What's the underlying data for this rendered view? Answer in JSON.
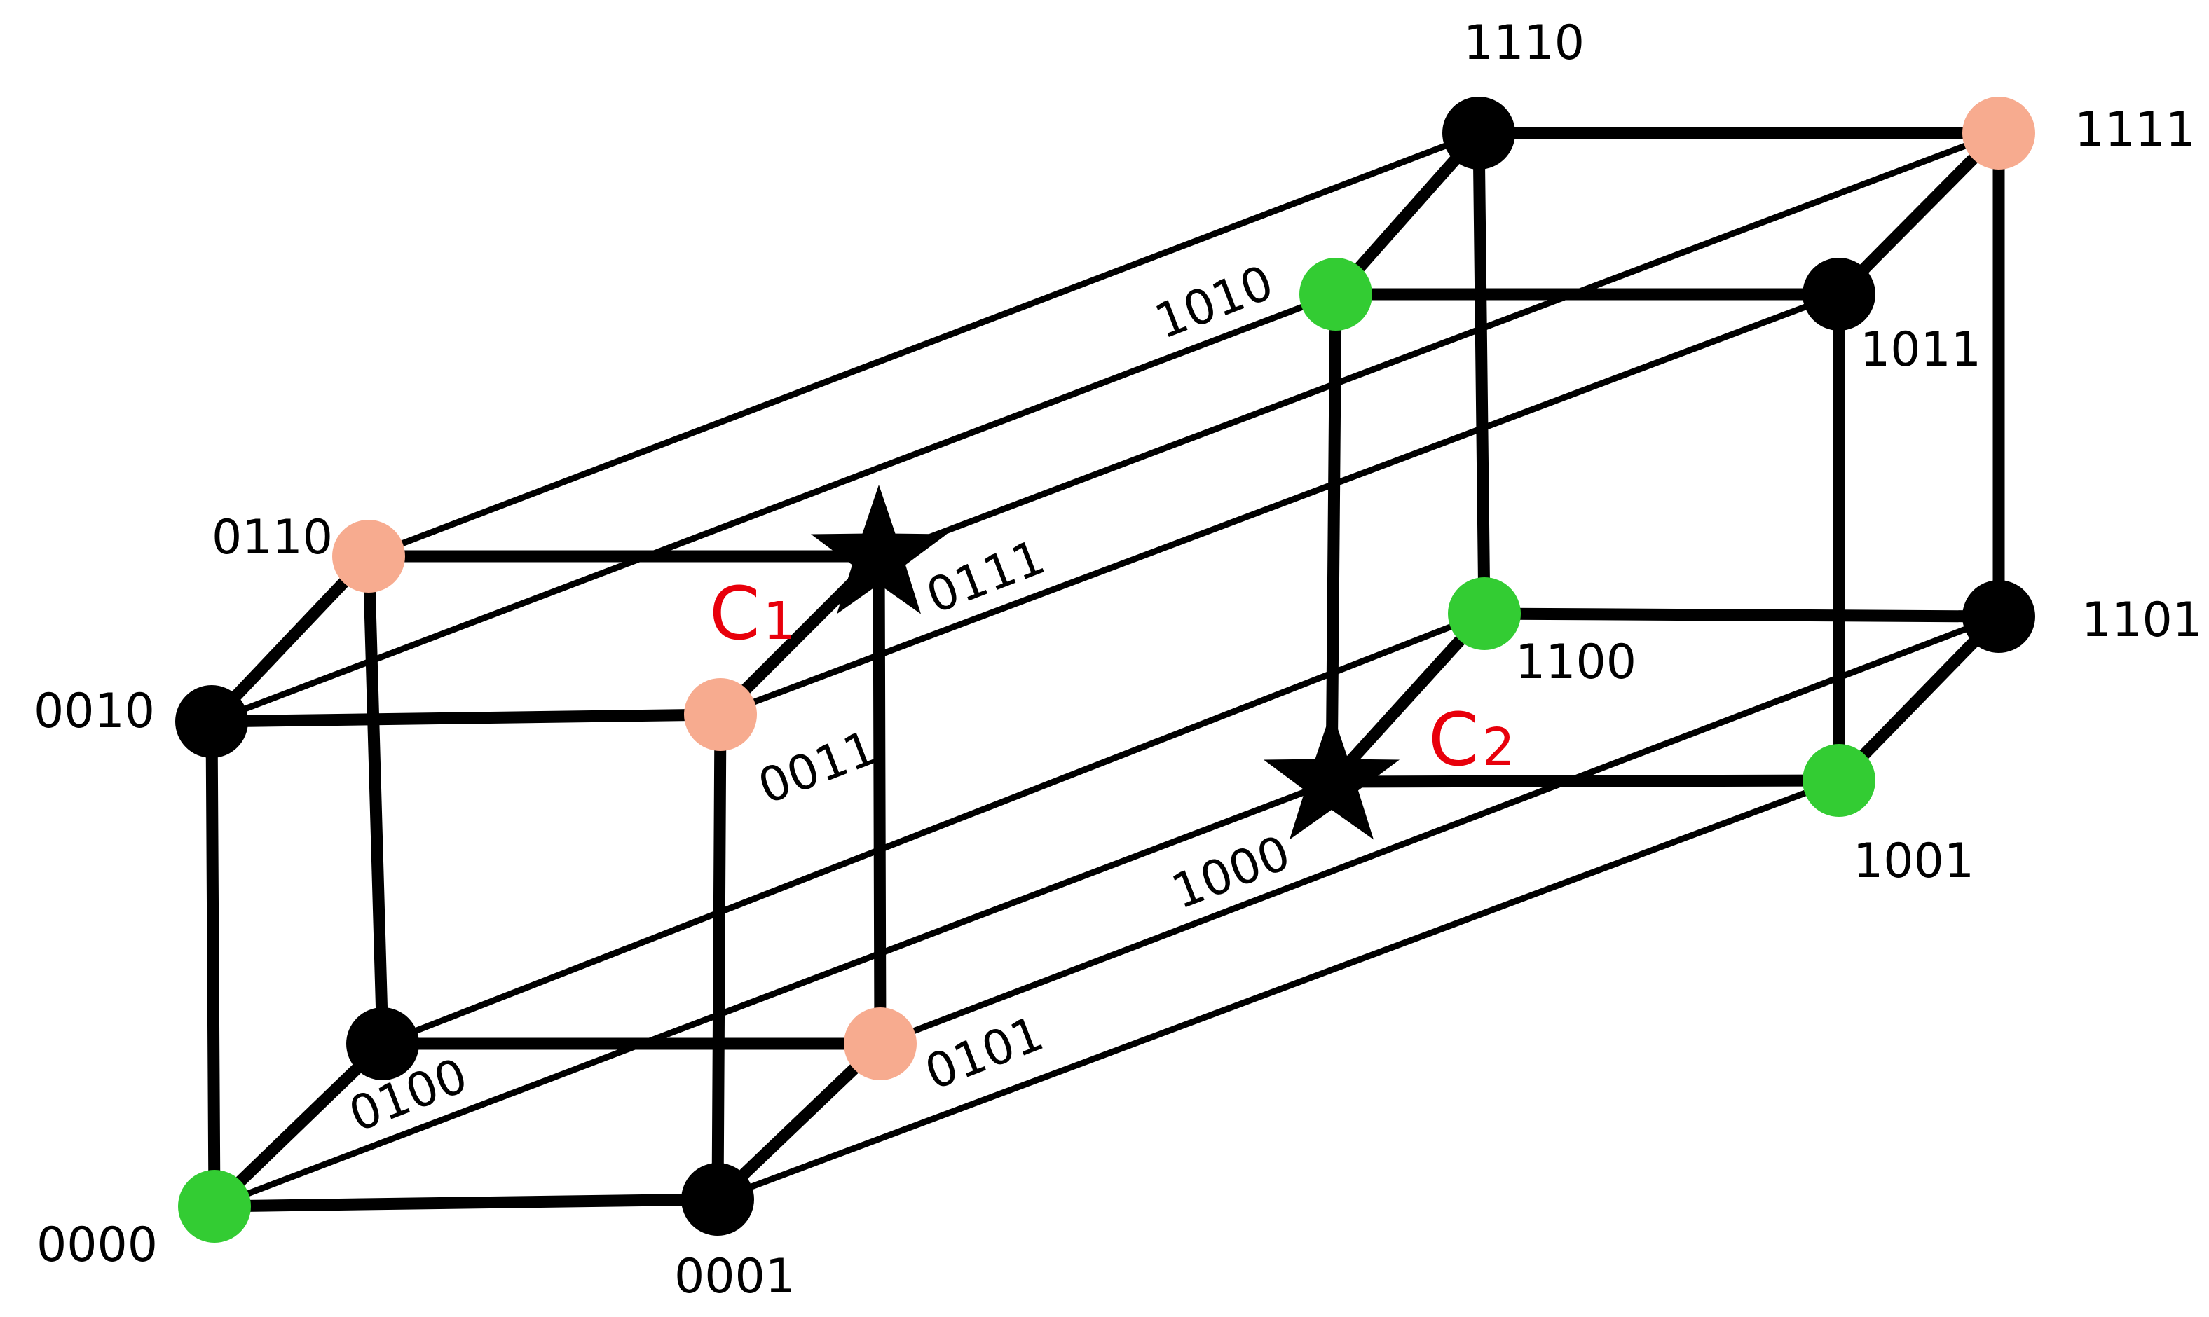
{
  "colors": {
    "black": "#000000",
    "salmon": "#f7ab8f",
    "green": "#33cc33",
    "clusterLabel": "#e8000b",
    "edge": "#000000"
  },
  "vertices": [
    {
      "id": "0000",
      "label": "0000",
      "kind": "circle",
      "color": "green"
    },
    {
      "id": "0001",
      "label": "0001",
      "kind": "circle",
      "color": "black"
    },
    {
      "id": "0010",
      "label": "0010",
      "kind": "circle",
      "color": "black"
    },
    {
      "id": "0011",
      "label": "0011",
      "kind": "circle",
      "color": "salmon"
    },
    {
      "id": "0100",
      "label": "0100",
      "kind": "circle",
      "color": "black"
    },
    {
      "id": "0101",
      "label": "0101",
      "kind": "circle",
      "color": "salmon"
    },
    {
      "id": "0110",
      "label": "0110",
      "kind": "circle",
      "color": "salmon"
    },
    {
      "id": "0111",
      "label": "0111",
      "kind": "star",
      "color": "black"
    },
    {
      "id": "1000",
      "label": "1000",
      "kind": "star",
      "color": "black"
    },
    {
      "id": "1001",
      "label": "1001",
      "kind": "circle",
      "color": "green"
    },
    {
      "id": "1010",
      "label": "1010",
      "kind": "circle",
      "color": "green"
    },
    {
      "id": "1011",
      "label": "1011",
      "kind": "circle",
      "color": "black"
    },
    {
      "id": "1100",
      "label": "1100",
      "kind": "circle",
      "color": "green"
    },
    {
      "id": "1101",
      "label": "1101",
      "kind": "circle",
      "color": "black"
    },
    {
      "id": "1110",
      "label": "1110",
      "kind": "circle",
      "color": "black"
    },
    {
      "id": "1111",
      "label": "1111",
      "kind": "circle",
      "color": "salmon"
    }
  ],
  "edges": [
    [
      "0000",
      "0001",
      "thick"
    ],
    [
      "0000",
      "0010",
      "thick"
    ],
    [
      "0000",
      "0100",
      "thick"
    ],
    [
      "0001",
      "0011",
      "thick"
    ],
    [
      "0001",
      "0101",
      "thick"
    ],
    [
      "0010",
      "0011",
      "thick"
    ],
    [
      "0010",
      "0110",
      "thick"
    ],
    [
      "0011",
      "0111",
      "thick"
    ],
    [
      "0100",
      "0101",
      "thick"
    ],
    [
      "0100",
      "0110",
      "thick"
    ],
    [
      "0101",
      "0111",
      "thick"
    ],
    [
      "0110",
      "0111",
      "thick"
    ],
    [
      "1000",
      "1001",
      "thick"
    ],
    [
      "1000",
      "1010",
      "thick"
    ],
    [
      "1000",
      "1100",
      "thick"
    ],
    [
      "1001",
      "1011",
      "thick"
    ],
    [
      "1001",
      "1101",
      "thick"
    ],
    [
      "1010",
      "1011",
      "thick"
    ],
    [
      "1010",
      "1110",
      "thick"
    ],
    [
      "1011",
      "1111",
      "thick"
    ],
    [
      "1100",
      "1101",
      "thick"
    ],
    [
      "1100",
      "1110",
      "thick"
    ],
    [
      "1101",
      "1111",
      "thick"
    ],
    [
      "1110",
      "1111",
      "thick"
    ],
    [
      "0000",
      "1000",
      "thin"
    ],
    [
      "0001",
      "1001",
      "thin"
    ],
    [
      "0010",
      "1010",
      "thin"
    ],
    [
      "0011",
      "1011",
      "thin"
    ],
    [
      "0100",
      "1100",
      "thin"
    ],
    [
      "0101",
      "1101",
      "thin"
    ],
    [
      "0110",
      "1110",
      "thin"
    ],
    [
      "0111",
      "1111",
      "thin"
    ]
  ],
  "clusters": [
    {
      "id": "c1",
      "main": "C",
      "sub": "1"
    },
    {
      "id": "c2",
      "main": "C",
      "sub": "2"
    }
  ]
}
